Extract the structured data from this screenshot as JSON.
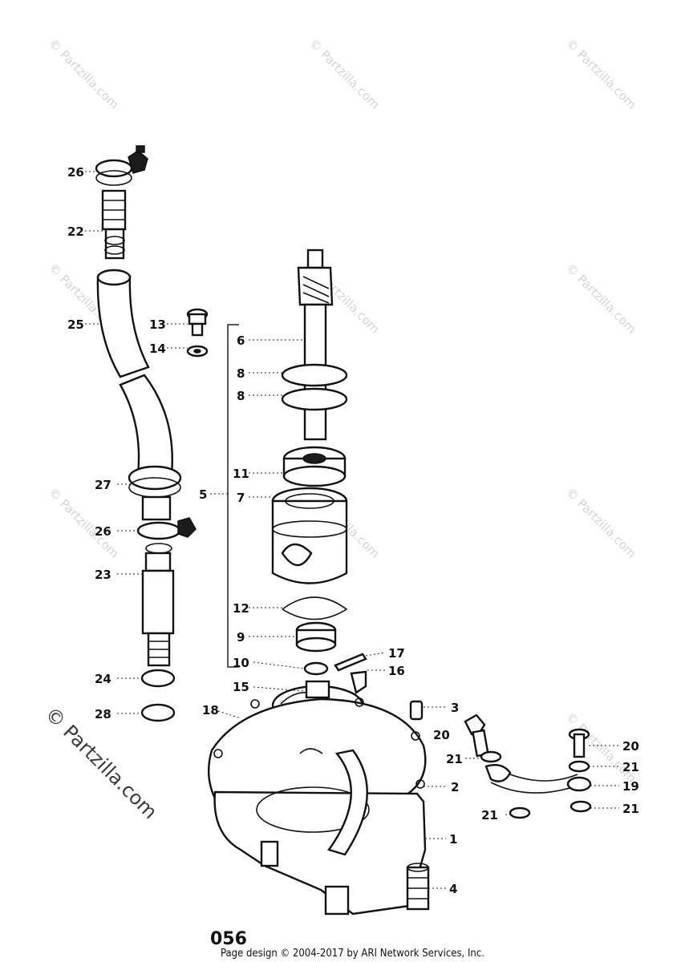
{
  "watermark": {
    "text": "© Partzilla.com",
    "large_text": "© Partzilla.com"
  },
  "callouts": {
    "c1": "1",
    "c2": "2",
    "c3": "3",
    "c4": "4",
    "c5": "5",
    "c6": "6",
    "c7": "7",
    "c8a": "8",
    "c8b": "8",
    "c9": "9",
    "c10": "10",
    "c11": "11",
    "c12": "12",
    "c13": "13",
    "c14": "14",
    "c15": "15",
    "c16": "16",
    "c17": "17",
    "c18": "18",
    "c19": "19",
    "c20a": "20",
    "c20b": "20",
    "c21a": "21",
    "c21b": "21",
    "c21c": "21",
    "c21d": "21",
    "c22": "22",
    "c23": "23",
    "c24": "24",
    "c25": "25",
    "c26a": "26",
    "c26b": "26",
    "c27": "27",
    "c28": "28"
  },
  "footer": {
    "page_number": "056",
    "copyright": "Page design © 2004-2017 by ARI Network Services, Inc."
  }
}
